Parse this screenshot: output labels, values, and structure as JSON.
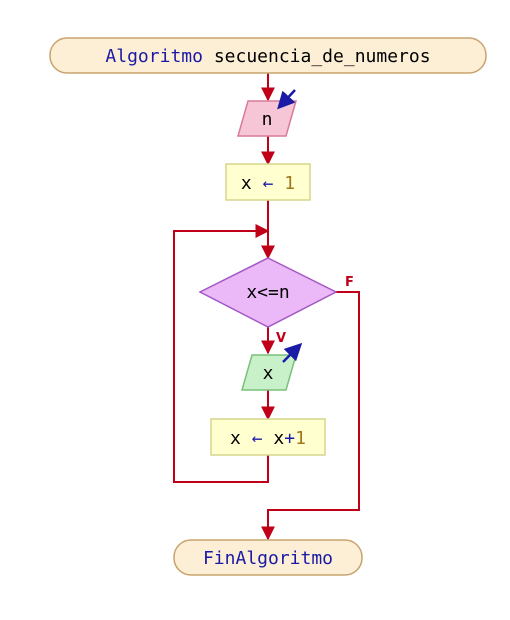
{
  "flowchart": {
    "start": {
      "keyword": "Algoritmo",
      "name": "secuencia_de_numeros"
    },
    "input": {
      "variable": "n"
    },
    "assign_init": {
      "target": "x",
      "arrow": "←",
      "value": "1"
    },
    "condition": {
      "text": "x<=n",
      "true_label": "V",
      "false_label": "F"
    },
    "output": {
      "variable": "x"
    },
    "assign_inc": {
      "target": "x",
      "arrow": "←",
      "expr_var": "x",
      "expr_op": "+",
      "expr_num": "1"
    },
    "end": {
      "keyword": "FinAlgoritmo"
    }
  },
  "colors": {
    "arrow": "#c00018",
    "terminal_fill": "#fcefd5",
    "terminal_stroke": "#c8a36e",
    "input_fill": "#f7c6d6",
    "input_stroke": "#d77b97",
    "process_fill": "#ffffd0",
    "process_stroke": "#d6d68c",
    "decision_fill": "#ebb9f7",
    "decision_stroke": "#a357c4",
    "output_fill": "#c9f1c9",
    "output_stroke": "#79c079",
    "keyword": "#1a1aa6",
    "number": "#a0781e",
    "operator": "#1a1aa6",
    "text": "#000000",
    "io_icon": "#1a1aa6"
  }
}
